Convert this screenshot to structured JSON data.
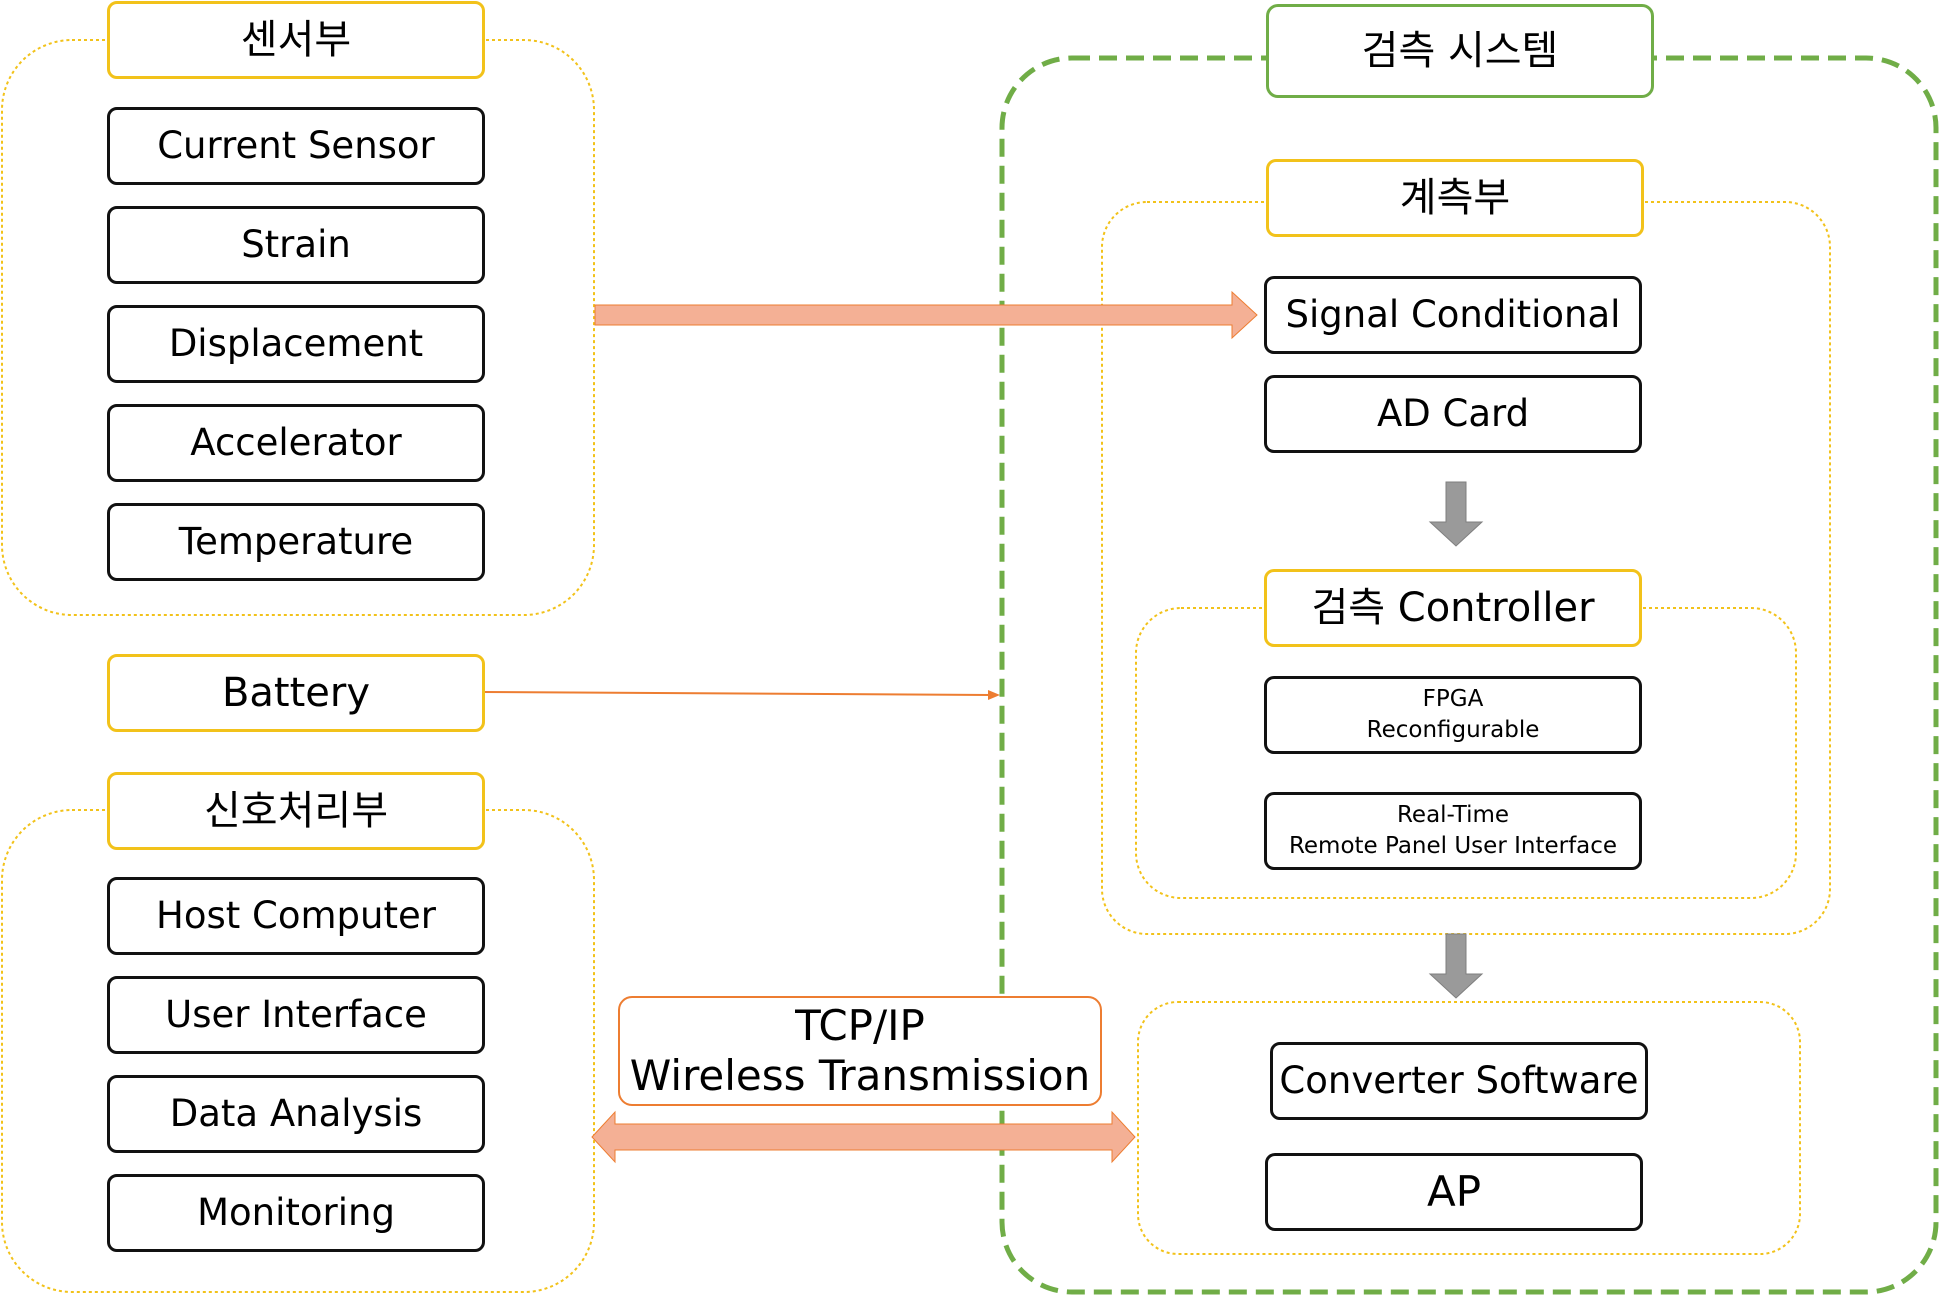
{
  "colors": {
    "group_border": "#f2c21a",
    "system_border": "#70ad47",
    "arrow_fill": "#f4b095",
    "arrow_stroke": "#ed7d31",
    "down_arrow": "#9a9a9a",
    "box_border": "#111111"
  },
  "sensor": {
    "title": "센서부",
    "items": [
      "Current Sensor",
      "Strain",
      "Displacement",
      "Accelerator",
      "Temperature"
    ]
  },
  "battery": {
    "label": "Battery"
  },
  "signal": {
    "title": "신호처리부",
    "items": [
      "Host Computer",
      "User Interface",
      "Data Analysis",
      "Monitoring"
    ]
  },
  "link": {
    "line1": "TCP/IP",
    "line2": "Wireless Transmission"
  },
  "system": {
    "title": "검측 시스템",
    "measurement": {
      "title": "계측부",
      "items": [
        "Signal Conditional",
        "AD Card"
      ]
    },
    "controller": {
      "title": "검측 Controller",
      "fpga": {
        "line1": "FPGA",
        "line2": "Reconfigurable"
      },
      "realtime": {
        "line1": "Real-Time",
        "line2": "Remote Panel User Interface"
      }
    },
    "output": {
      "items": [
        "Converter Software",
        "AP"
      ]
    }
  }
}
